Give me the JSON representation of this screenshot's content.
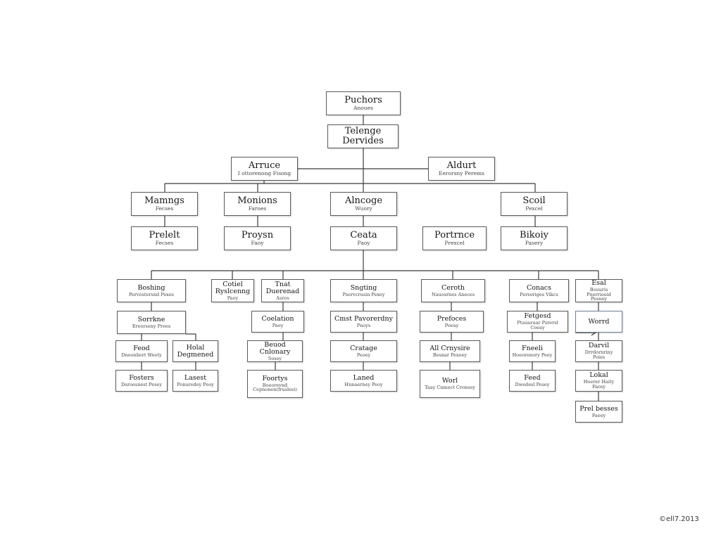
{
  "nodes": {
    "n_root": {
      "title": "Puchors",
      "sub": "Anoues"
    },
    "n_l1": {
      "title": "Telenge Dervides",
      "sub": ""
    },
    "n_arruce": {
      "title": "Arruce",
      "sub": "I ottorenong Fisong"
    },
    "n_aldurt": {
      "title": "Aldurt",
      "sub": "Eerorsny Perems"
    },
    "n_mamngs": {
      "title": "Mamngs",
      "sub": "Fecses"
    },
    "n_monions": {
      "title": "Monions",
      "sub": "Faroes"
    },
    "n_alncoge": {
      "title": "Alncoge",
      "sub": "Wuory"
    },
    "n_scoil": {
      "title": "Scoil",
      "sub": "Pexcel"
    },
    "n_prelelt": {
      "title": "Prelelt",
      "sub": "Fecses"
    },
    "n_proysn": {
      "title": "Proysn",
      "sub": "Faoy"
    },
    "n_ceata": {
      "title": "Ceata",
      "sub": "Paoy"
    },
    "n_portrnce": {
      "title": "Portrnce",
      "sub": "Prexcel"
    },
    "n_bikoiy": {
      "title": "Bikoiy",
      "sub": "Pasery"
    },
    "n_boshing": {
      "title": "Boshing",
      "sub": "Pervostersnd Pexes"
    },
    "n_cotiel": {
      "title": "Cotiel Ryslcenng",
      "sub": "Paoy"
    },
    "n_tnat": {
      "title": "Tnat Duerenad",
      "sub": "Asros"
    },
    "n_sngting": {
      "title": "Sngting",
      "sub": "Pservcrusin Pexey"
    },
    "n_ceroth": {
      "title": "Ceroth",
      "sub": "Nauosrnes Aneces"
    },
    "n_conacs": {
      "title": "Conacs",
      "sub": "Persoriges Vikcs"
    },
    "n_esal": {
      "title": "Esal",
      "sub": "Bouuris Pnerrieeid Pesney"
    },
    "n_sorrkne": {
      "title": "Sorrkne",
      "sub": "Ereorseny Prees"
    },
    "n_coelation": {
      "title": "Coelation",
      "sub": "Paoy"
    },
    "n_cmst": {
      "title": "Cmst Pavorerdny",
      "sub": "Pnoys"
    },
    "n_prefoces": {
      "title": "Prefoces",
      "sub": "Poeay"
    },
    "n_fetgesd": {
      "title": "Fetgesd",
      "sub": "Ptauuraar Psrersl Coeay"
    },
    "n_worrd": {
      "title": "Worrd",
      "sub": ""
    },
    "n_feod": {
      "title": "Feod",
      "sub": "Dneonhert Weety"
    },
    "n_holal": {
      "title": "Holal Degmened",
      "sub": ""
    },
    "n_beuod": {
      "title": "Beuod Cnlonary",
      "sub": "Sosey"
    },
    "n_cratage": {
      "title": "Cratage",
      "sub": "Peoey"
    },
    "n_allcrn": {
      "title": "All Crnysire",
      "sub": "Besnar Pexoey"
    },
    "n_fneeli": {
      "title": "Fneeli",
      "sub": "Hoeorenory Peey"
    },
    "n_darvil": {
      "title": "Darvil",
      "sub": "Drrdornriny Poies"
    },
    "n_fosters": {
      "title": "Fosters",
      "sub": "Daroesnest Pesey"
    },
    "n_lasest": {
      "title": "Lasest",
      "sub": "Ponuredey Peoy"
    },
    "n_foortys": {
      "title": "Foortys",
      "sub": "Boeorevnd Cepnonen(fruslesi)"
    },
    "n_laned": {
      "title": "Laned",
      "sub": "Hnnaerney Peoy"
    },
    "n_worl": {
      "title": "Worl",
      "sub": "Taay Cnmect Cronsey"
    },
    "n_feed": {
      "title": "Feed",
      "sub": "Dwedesl Pesey"
    },
    "n_lokal": {
      "title": "Lokal",
      "sub": "Hoerer Haity Faosy"
    },
    "n_prelbesses": {
      "title": "Prel besses",
      "sub": "Faeey"
    }
  },
  "copyright": "©ell7.2013"
}
